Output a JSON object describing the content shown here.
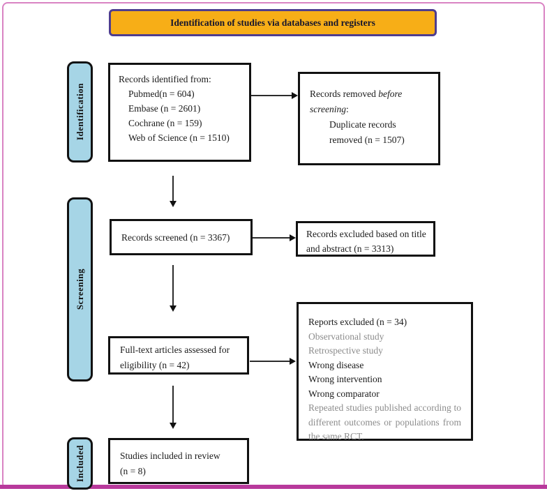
{
  "banner": {
    "title": "Identification of studies via databases and registers"
  },
  "stages": {
    "identification": "Identification",
    "screening": "Screening",
    "included": "Included"
  },
  "boxes": {
    "records_identified": {
      "heading": "Records identified from:",
      "items": [
        "Pubmed(n = 604)",
        "Embase (n = 2601)",
        "Cochrane (n = 159)",
        "Web of Science (n = 1510)"
      ]
    },
    "records_removed": {
      "text_before": "Records removed ",
      "text_italic": "before screening",
      "text_after": ":",
      "items": [
        "Duplicate records removed (n = 1507)"
      ]
    },
    "records_screened": {
      "text": "Records screened (n = 3367)"
    },
    "records_excluded": {
      "text": "Records excluded based on title and abstract (n = 3313)"
    },
    "fulltext_assessed": {
      "text": "Full-text articles assessed for eligibility (n = 42)"
    },
    "reports_excluded": {
      "heading": "Reports excluded (n = 34)",
      "reasons": [
        {
          "text": "Observational study",
          "muted": true
        },
        {
          "text": "Retrospective study",
          "muted": true
        },
        {
          "text": "Wrong disease",
          "muted": false
        },
        {
          "text": "Wrong intervention",
          "muted": false
        },
        {
          "text": "Wrong comparator",
          "muted": false
        },
        {
          "text": "Repeated studies published according to different outcomes or populations from the same RCT.",
          "muted": true
        }
      ]
    },
    "studies_included": {
      "line1": "Studies included in review",
      "line2": "(n = 8)"
    }
  },
  "colors": {
    "banner_fill": "#f7ae17",
    "banner_border": "#4e3d8f",
    "stage_fill": "#a6d5e6",
    "frame_pink": "#d983c3",
    "bottom_bar": "#b8399c",
    "muted_text": "#8c8c8c",
    "box_border": "#111111"
  }
}
